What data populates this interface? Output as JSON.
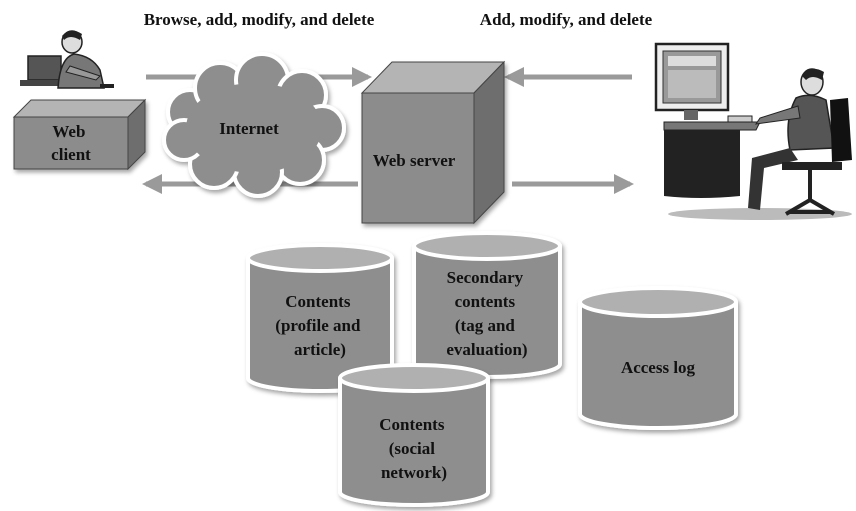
{
  "headers": {
    "left": "Browse, add, modify, and delete",
    "right": "Add, modify, and delete"
  },
  "nodes": {
    "web_client": [
      "Web",
      "client"
    ],
    "internet": "Internet",
    "web_server": "Web server"
  },
  "databases": {
    "contents_profile": [
      "Contents",
      "(profile and",
      "article)"
    ],
    "secondary_contents": [
      "Secondary",
      "contents",
      "(tag and",
      "evaluation)"
    ],
    "access_log": [
      "Access log"
    ],
    "contents_social": [
      "Contents",
      "(social",
      "network)"
    ]
  },
  "colors": {
    "box_front": "#8c8c8c",
    "box_top": "#b4b4b4",
    "box_side": "#6e6e6e",
    "cylinder_body": "#8e8e8e",
    "cylinder_top": "#b0b0b0",
    "arrow": "#9a9a9a"
  }
}
